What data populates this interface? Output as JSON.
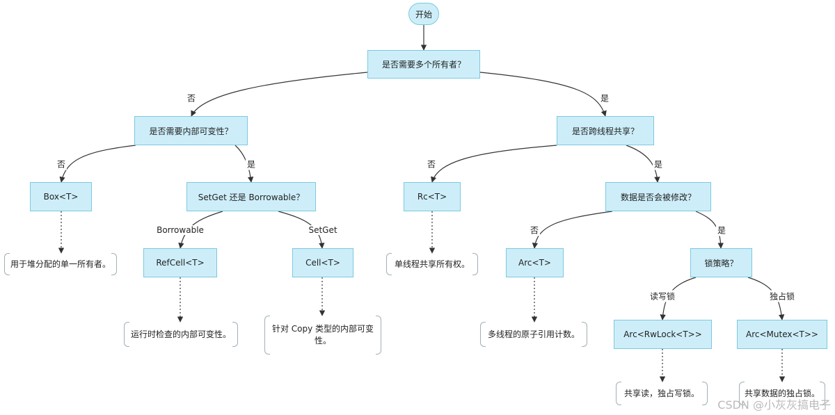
{
  "nodes": {
    "start": "开始",
    "q_multi_owner": "是否需要多个所有者？",
    "q_interior_mut": "是否需要内部可变性？",
    "q_cross_thread": "是否跨线程共享？",
    "box": "Box<T>",
    "q_setget_borrow": "SetGet 还是 Borrowable？",
    "rc": "Rc<T>",
    "q_modify": "数据是否会被修改？",
    "refcell": "RefCell<T>",
    "cell": "Cell<T>",
    "arc": "Arc<T>",
    "q_lock": "锁策略？",
    "arc_rwlock": "Arc<RwLock<T>>",
    "arc_mutex": "Arc<Mutex<T>>"
  },
  "notes": {
    "box": "用于堆分配的单一所有者。",
    "refcell": "运行时检查的内部可变性。",
    "cell_line1": "针对 Copy 类型的内部可变",
    "cell_line2": "性。",
    "rc": "单线程共享所有权。",
    "arc": "多线程的原子引用计数。",
    "arc_rwlock": "共享读，独占写锁。",
    "arc_mutex": "共享数据的独占锁。"
  },
  "edge_labels": {
    "no": "否",
    "yes": "是",
    "borrowable": "Borrowable",
    "setget": "SetGet",
    "rw_lock": "读写锁",
    "exclusive_lock": "独占锁"
  },
  "watermark": "CSDN @小灰灰搞电子",
  "colors": {
    "node_fill": "#cdeef9",
    "node_border": "#7cc8df",
    "edge": "#333333"
  }
}
